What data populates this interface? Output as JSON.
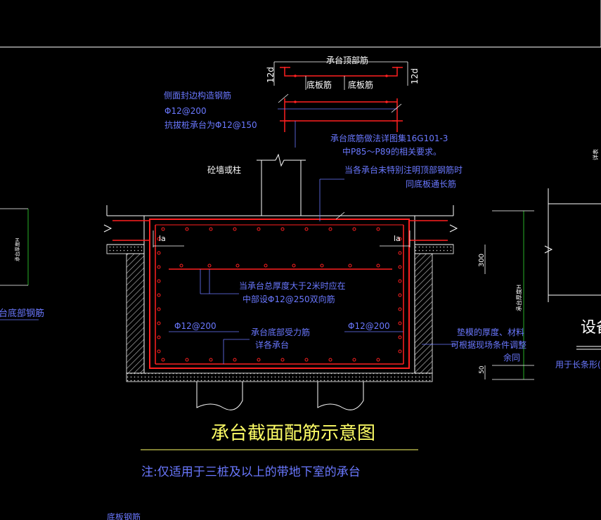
{
  "drawing": {
    "title": "承台截面配筋示意图",
    "note": "注:仅适用于三桩及以上的带地下室的承台"
  },
  "labels": {
    "top_rebar": "承台顶部筋",
    "hook_left": "12d",
    "hook_right": "12d",
    "bottom_rebar_left": "底板筋",
    "bottom_rebar_right": "底板筋",
    "side_rebar_1": "侧面封边构造钢筋",
    "side_rebar_2": "Φ12@200",
    "side_rebar_3": "抗拔桩承台为Φ12@150",
    "bottom_detail_1": "承台底筋做法详图集16G101-3",
    "bottom_detail_2": "中P85～P89的相关要求。",
    "wall_col": "砼墙或柱",
    "top_note_1": "当各承台未特别注明顶部钢筋时",
    "top_note_2": "同底板通长筋",
    "la_left": "la",
    "la_right": "la",
    "mid_note_1": "当承台总厚度大于2米时应在",
    "mid_note_2": "中部设Φ12@250双向筋",
    "phi_left": "Φ12@200",
    "phi_right": "Φ12@200",
    "main_rebar_1": "承台底部受力筋",
    "main_rebar_2": "详各承台",
    "cushion_1": "垫模的厚度、材料",
    "cushion_2": "可根据现场条件调整",
    "cushion_3": "余同",
    "dim_300": "300",
    "dim_h": "承台厚度H",
    "dim_50": "50",
    "right_design": "设备",
    "right_note": "用于长条形(",
    "left_dim_h": "承台厚度H",
    "left_label": "台底部钢筋",
    "bottom_cut": "底板钢筋",
    "far_right_top": "详表"
  },
  "colors": {
    "background": "#000000",
    "white": "#ffffff",
    "red": "#ff2020",
    "blue": "#6a78ff",
    "yellow": "#ffff66",
    "green": "#33dd33",
    "cyan": "#00e5e5",
    "hatch": "#c8c8c8"
  }
}
